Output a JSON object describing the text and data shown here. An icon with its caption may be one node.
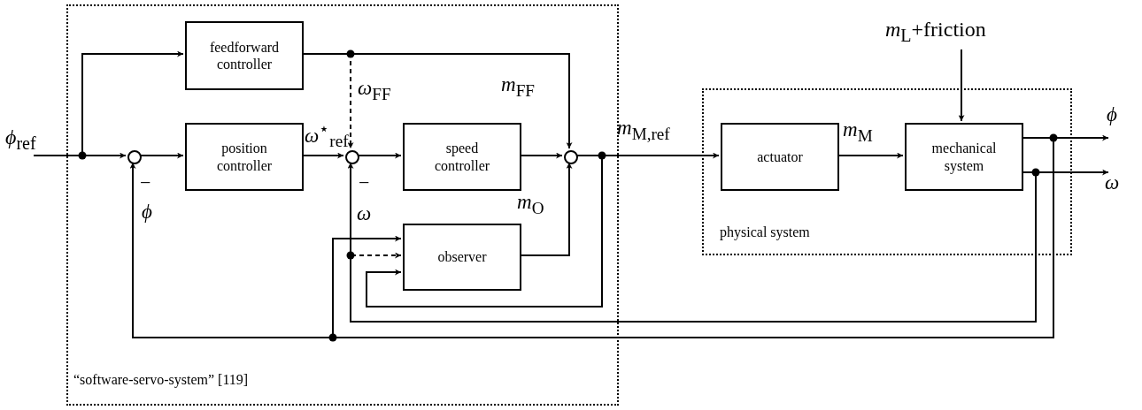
{
  "diagram": {
    "nodes": [
      {
        "text": [
          "“software-servo-system” [119]"
        ]
      },
      {
        "text": [
          "physical system"
        ]
      },
      {
        "text": [
          "feedforward controller"
        ],
        "in": 0
      },
      {
        "text": [
          "position controller"
        ],
        "in": 0
      },
      {
        "text": [
          "speed controller"
        ],
        "in": 0
      },
      {
        "text": [
          "observer"
        ],
        "in": 0
      },
      {
        "text": [
          "actuator"
        ],
        "in": 1
      },
      {
        "text": [
          "mechanical system"
        ],
        "in": 1
      },
      {
        "text": [],
        "shape": "circle",
        "in": 0
      },
      {
        "text": [],
        "shape": "circle",
        "in": 0
      },
      {
        "text": [],
        "shape": "circle",
        "in": 0
      },
      {
        "text": [
          "*ϕ*$_{ref}$"
        ]
      },
      {
        "text": [
          "*m*$_{L}$+friction"
        ]
      }
    ],
    "edges": [
      {
        "from": 11,
        "to": 8,
        "arrow": "to"
      },
      {
        "from": 11,
        "to": 2,
        "arrow": "to"
      },
      {
        "from": 3,
        "to": 9,
        "arrow": "to",
        "label": "*ω*$^{⋆}$$_{ref}$"
      },
      {
        "from": 8,
        "to": 3,
        "arrow": "to"
      },
      {
        "from": 9,
        "to": 4,
        "arrow": "to"
      },
      {
        "from": 4,
        "to": 10,
        "arrow": "to"
      },
      {
        "from": 2,
        "to": 10,
        "arrow": "to",
        "label": "*m*$_{FF}$"
      },
      {
        "from": 2,
        "to": 9,
        "arrow": "to",
        "label": "*ω*$_{FF}$",
        "style": "dashed"
      },
      {
        "from": 5,
        "to": 10,
        "arrow": "to",
        "label": "*m*$_{O}$"
      },
      {
        "from": 10,
        "to": 6,
        "arrow": "to",
        "label": "*m*$_{M,ref}$"
      },
      {
        "from": 10,
        "to": 5,
        "arrow": "to"
      },
      {
        "from": 6,
        "to": 7,
        "arrow": "to",
        "label": "*m*$_{M}$"
      },
      {
        "from": 12,
        "to": 7,
        "arrow": "to"
      },
      {
        "from": 7,
        "to": null,
        "arrow": "to",
        "label": "*ϕ*"
      },
      {
        "from": 7,
        "to": null,
        "arrow": "to",
        "label": "*ω*"
      },
      {
        "from": 7,
        "to": 8,
        "arrow": "to",
        "label": "*ϕ*"
      },
      {
        "from": 7,
        "to": 5,
        "arrow": "to"
      },
      {
        "from": 7,
        "to": 9,
        "arrow": "to",
        "label": "*ω*"
      },
      {
        "from": 7,
        "to": 5,
        "arrow": "to",
        "style": "dashed"
      }
    ],
    "labels": [
      "−",
      "−"
    ]
  }
}
